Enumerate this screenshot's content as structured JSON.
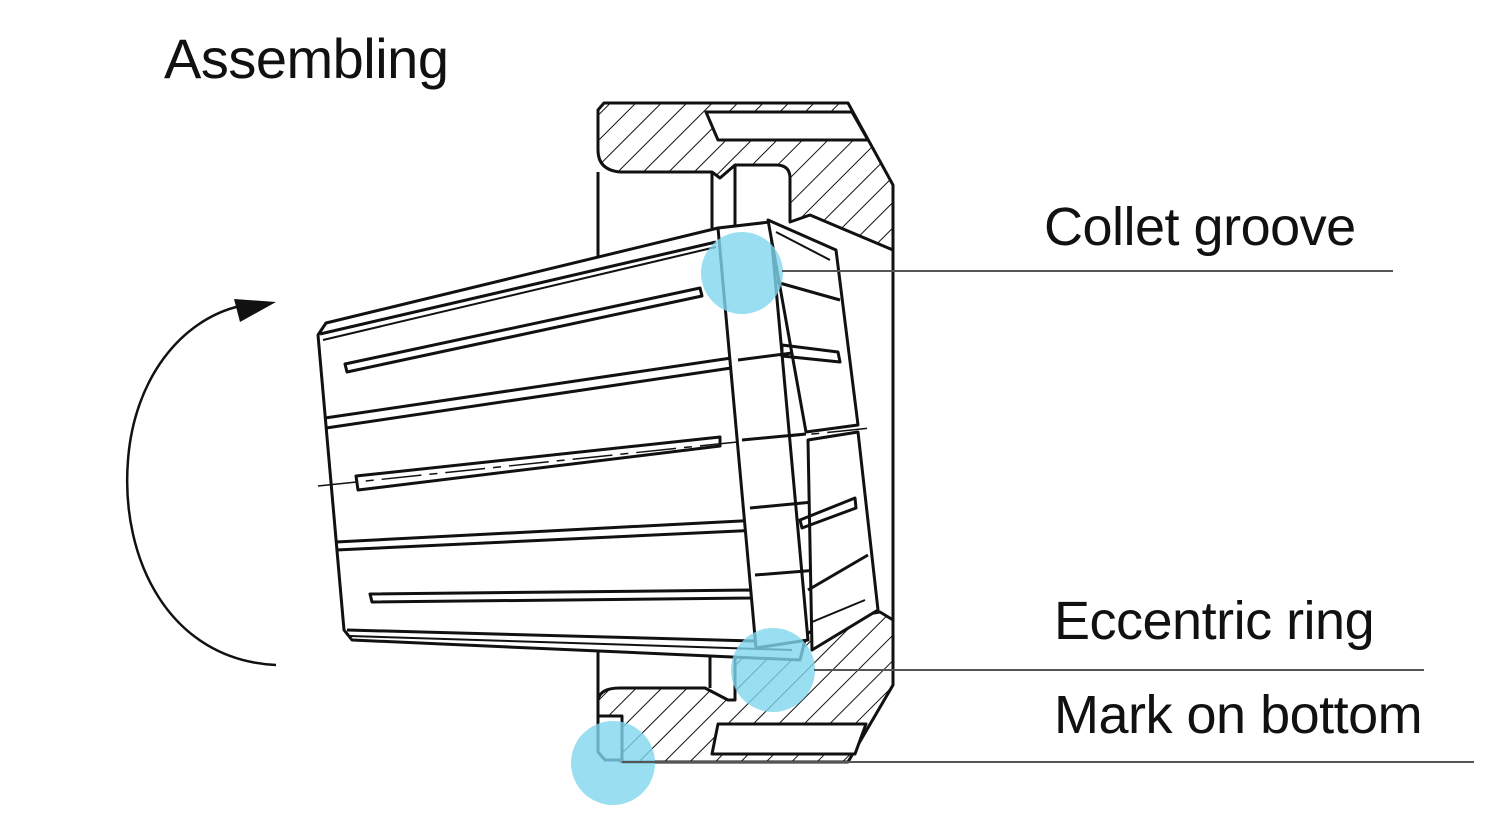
{
  "title": "Assembling",
  "callouts": [
    {
      "id": "collet-groove",
      "label": "Collet groove"
    },
    {
      "id": "eccentric-ring",
      "label": "Eccentric ring"
    },
    {
      "id": "mark-on-bottom",
      "label": "Mark on bottom"
    }
  ],
  "colors": {
    "highlight": "#7fd6ee",
    "line": "#111111",
    "leader": "#555555",
    "background": "#ffffff"
  },
  "rotation_arrow": {
    "direction": "clockwise-up",
    "icon": "curved-arrow-icon"
  }
}
